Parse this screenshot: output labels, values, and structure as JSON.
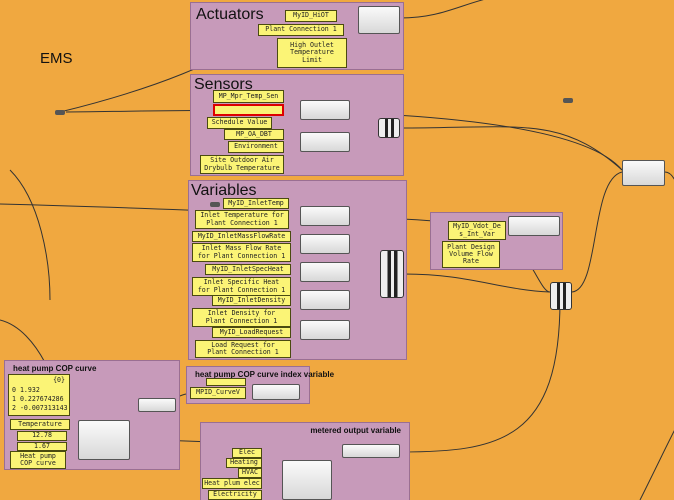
{
  "canvas": {
    "title": "EMS",
    "background": "#f0a840",
    "group_color": "#c79aba"
  },
  "actuators": {
    "title": "Actuators",
    "panels": [
      "MyID_HiOT",
      "Plant Connection 1",
      "High Outlet\nTemperature\nLimit"
    ]
  },
  "sensors": {
    "title": "Sensors",
    "panels": [
      "MP_Mpr_Temp_Sen",
      "",
      "Schedule Value",
      "MP_OA_DBT",
      "Environment",
      "Site Outdoor Air\nDrybulb Temperature"
    ]
  },
  "variables": {
    "title": "Variables",
    "panels": [
      "MyID_InletTemp",
      "Inlet Temperature for\nPlant Connection 1",
      "MyID_InletMassFlowRate",
      "Inlet Mass Flow Rate\nfor Plant Connection 1",
      "MyID_InletSpecHeat",
      "Inlet Specific Heat\nfor Plant Connection 1",
      "MyID_InletDensity",
      "Inlet Density for\nPlant Connection 1",
      "MyID_LoadRequest",
      "Load Request for\nPlant Connection 1"
    ]
  },
  "internal_var": {
    "panels": [
      "MyID_Vdot_De\ns_Int_Var",
      "Plant Design\nVolume Flow\nRate"
    ]
  },
  "cop_curve": {
    "title": "heat pump COP curve",
    "list_header": "{0}",
    "list_items": [
      "0 1.932",
      "1 0.227674286",
      "2 -0.007313143"
    ],
    "panels": [
      "Temperature",
      "12.78",
      "1.67",
      "Heat pump\nCOP curve"
    ]
  },
  "cop_index": {
    "title": "heat pump COP curve index variable",
    "panels": [
      "",
      "MPID_CurveV"
    ]
  },
  "metered": {
    "title": "metered output variable",
    "panels": [
      "Elec",
      "Heating",
      "HVAC",
      "Heat plum elec",
      "Electricity"
    ]
  }
}
